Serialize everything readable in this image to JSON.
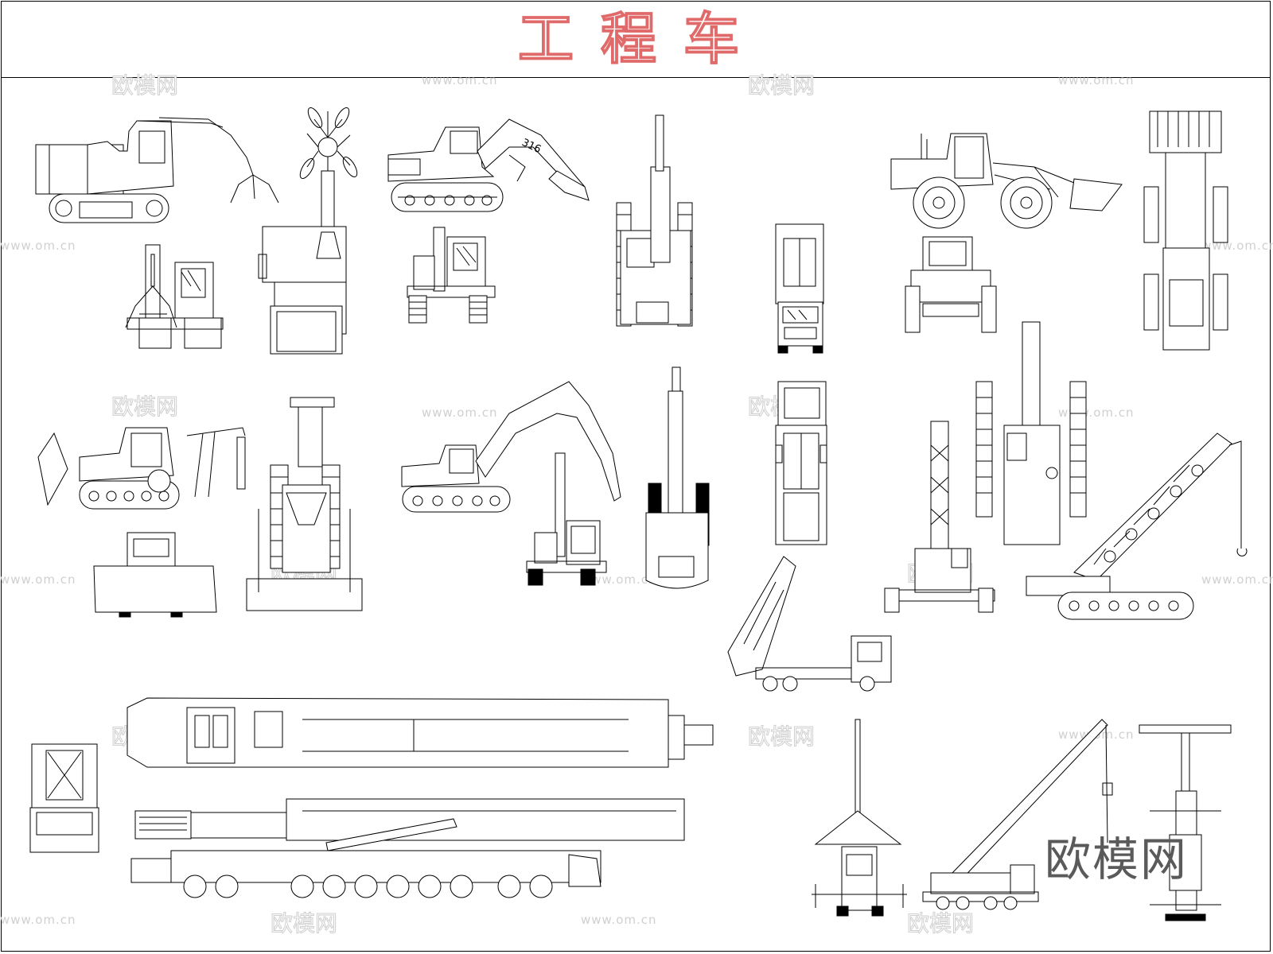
{
  "page": {
    "title": "工程车",
    "title_color": "#e06a6a",
    "border_color": "#000000"
  },
  "watermark": {
    "cn_text": "欧模网",
    "url_text": "www.om.cn",
    "corner_text": "欧模网",
    "colors": {
      "light": "#cfcfcf",
      "dark": "#5a5a5a"
    }
  },
  "vehicles": [
    {
      "id": "grapple-crawler-side",
      "icon": "grapple-excavator-icon"
    },
    {
      "id": "grapple-front",
      "icon": "grapple-excavator-front-icon"
    },
    {
      "id": "orange-peel-top",
      "icon": "orange-peel-crane-icon"
    },
    {
      "id": "excavator-316-side",
      "icon": "excavator-icon",
      "label": "316"
    },
    {
      "id": "excavator-front",
      "icon": "excavator-front-icon"
    },
    {
      "id": "excavator-top",
      "icon": "excavator-top-icon"
    },
    {
      "id": "dump-truck-front",
      "icon": "dump-truck-front-icon"
    },
    {
      "id": "dump-truck-top",
      "icon": "dump-truck-top-icon"
    },
    {
      "id": "wheel-loader-side",
      "icon": "wheel-loader-icon"
    },
    {
      "id": "wheel-loader-front",
      "icon": "wheel-loader-front-icon"
    },
    {
      "id": "wheel-loader-top",
      "icon": "wheel-loader-top-icon"
    },
    {
      "id": "bulldozer-side",
      "icon": "bulldozer-icon"
    },
    {
      "id": "bulldozer-front",
      "icon": "bulldozer-front-icon"
    },
    {
      "id": "bulldozer-top",
      "icon": "bulldozer-top-icon"
    },
    {
      "id": "breaker-excavator-side",
      "icon": "breaker-excavator-icon"
    },
    {
      "id": "breaker-excavator-front",
      "icon": "breaker-excavator-front-icon"
    },
    {
      "id": "breaker-excavator-top",
      "icon": "breaker-excavator-top-icon"
    },
    {
      "id": "crawler-crane-front",
      "icon": "crawler-crane-front-icon"
    },
    {
      "id": "crawler-crane-top",
      "icon": "crawler-crane-top-icon"
    },
    {
      "id": "crawler-crane-side",
      "icon": "crawler-crane-icon"
    },
    {
      "id": "tipper-truck-side",
      "icon": "tipper-truck-icon"
    },
    {
      "id": "mobile-crane-cab",
      "icon": "mobile-crane-cab-icon"
    },
    {
      "id": "mobile-crane-top",
      "icon": "mobile-crane-top-icon"
    },
    {
      "id": "mobile-crane-side",
      "icon": "mobile-crane-icon"
    },
    {
      "id": "truck-crane-front",
      "icon": "truck-crane-front-icon"
    },
    {
      "id": "truck-crane-side",
      "icon": "truck-crane-icon"
    },
    {
      "id": "truck-crane-top",
      "icon": "truck-crane-top-icon"
    }
  ]
}
